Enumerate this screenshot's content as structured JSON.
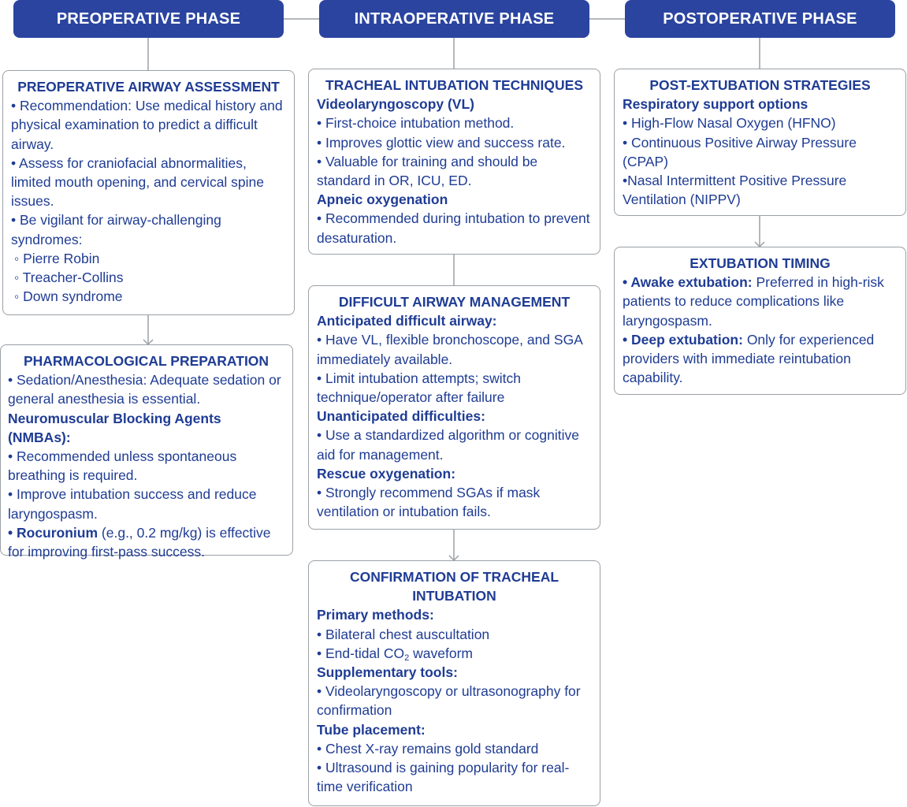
{
  "phases": {
    "pre": "PREOPERATIVE PHASE",
    "intra": "INTRAOPERATIVE PHASE",
    "post": "POSTOPERATIVE PHASE"
  },
  "airway_assessment": {
    "title": "PREOPERATIVE AIRWAY ASSESSMENT",
    "l1": "• Recommendation: Use medical history and physical examination to predict a difficult airway.",
    "l2": "• Assess for craniofacial abnormalities, limited mouth opening, and cervical spine issues.",
    "l3": "• Be vigilant for airway-challenging syndromes:",
    "s1": "◦ Pierre Robin",
    "s2": "◦ Treacher-Collins",
    "s3": "◦ Down syndrome"
  },
  "pharmacological": {
    "title": "PHARMACOLOGICAL PREPARATION",
    "l1": "• Sedation/Anesthesia: Adequate sedation or general anesthesia is essential.",
    "h1": "Neuromuscular Blocking Agents (NMBAs):",
    "l2": "• Recommended unless spontaneous breathing is required.",
    "l3": "• Improve intubation success and reduce laryngospasm.",
    "l4_lead": "• Rocuronium",
    "l4_rest": " (e.g., 0.2 mg/kg) is effective for improving first-pass success."
  },
  "tracheal_techniques": {
    "title": "TRACHEAL INTUBATION TECHNIQUES",
    "h1": "Videolaryngoscopy (VL)",
    "l1": "• First-choice intubation method.",
    "l2": "• Improves glottic view and success rate.",
    "l3": "• Valuable for training and should be standard in OR, ICU, ED.",
    "h2": "Apneic oxygenation",
    "l4": "• Recommended during intubation to prevent desaturation."
  },
  "difficult_airway": {
    "title": "DIFFICULT AIRWAY MANAGEMENT",
    "h1": "Anticipated difficult airway:",
    "l1": "• Have VL, flexible bronchoscope, and SGA immediately available.",
    "l2": "• Limit intubation attempts; switch technique/operator after failure",
    "h2": "Unanticipated difficulties:",
    "l3": "• Use a standardized algorithm or cognitive aid for management.",
    "h3": "Rescue oxygenation:",
    "l4": "• Strongly recommend SGAs if mask ventilation or intubation fails."
  },
  "confirmation": {
    "title": "CONFIRMATION OF TRACHEAL INTUBATION",
    "h1": "Primary methods:",
    "l1": "• Bilateral chest auscultation",
    "l2_a": "• End-tidal CO",
    "l2_sub": "2",
    "l2_b": " waveform",
    "h2": "Supplementary tools:",
    "l3": "• Videolaryngoscopy or ultrasonography for confirmation",
    "h3": "Tube placement:",
    "l4": "• Chest X-ray remains gold standard",
    "l5": "• Ultrasound is gaining popularity for real-time verification"
  },
  "post_extubation": {
    "title": "POST-EXTUBATION STRATEGIES",
    "h1": "Respiratory support options",
    "l1": "• High-Flow Nasal Oxygen (HFNO)",
    "l2": "• Continuous Positive Airway Pressure (CPAP)",
    "l3": "•Nasal Intermittent Positive Pressure Ventilation (NIPPV)"
  },
  "extubation_timing": {
    "title": "EXTUBATION TIMING",
    "l1_lead": "• Awake extubation:",
    "l1_rest": " Preferred in high-risk patients to reduce complications like laryngospasm.",
    "l2_lead": "• Deep extubation:",
    "l2_rest": " Only for experienced providers with immediate reintubation capability."
  },
  "colors": {
    "header_bg": "#2a44a0",
    "text": "#1f3c94",
    "border": "#9aa0a6"
  }
}
